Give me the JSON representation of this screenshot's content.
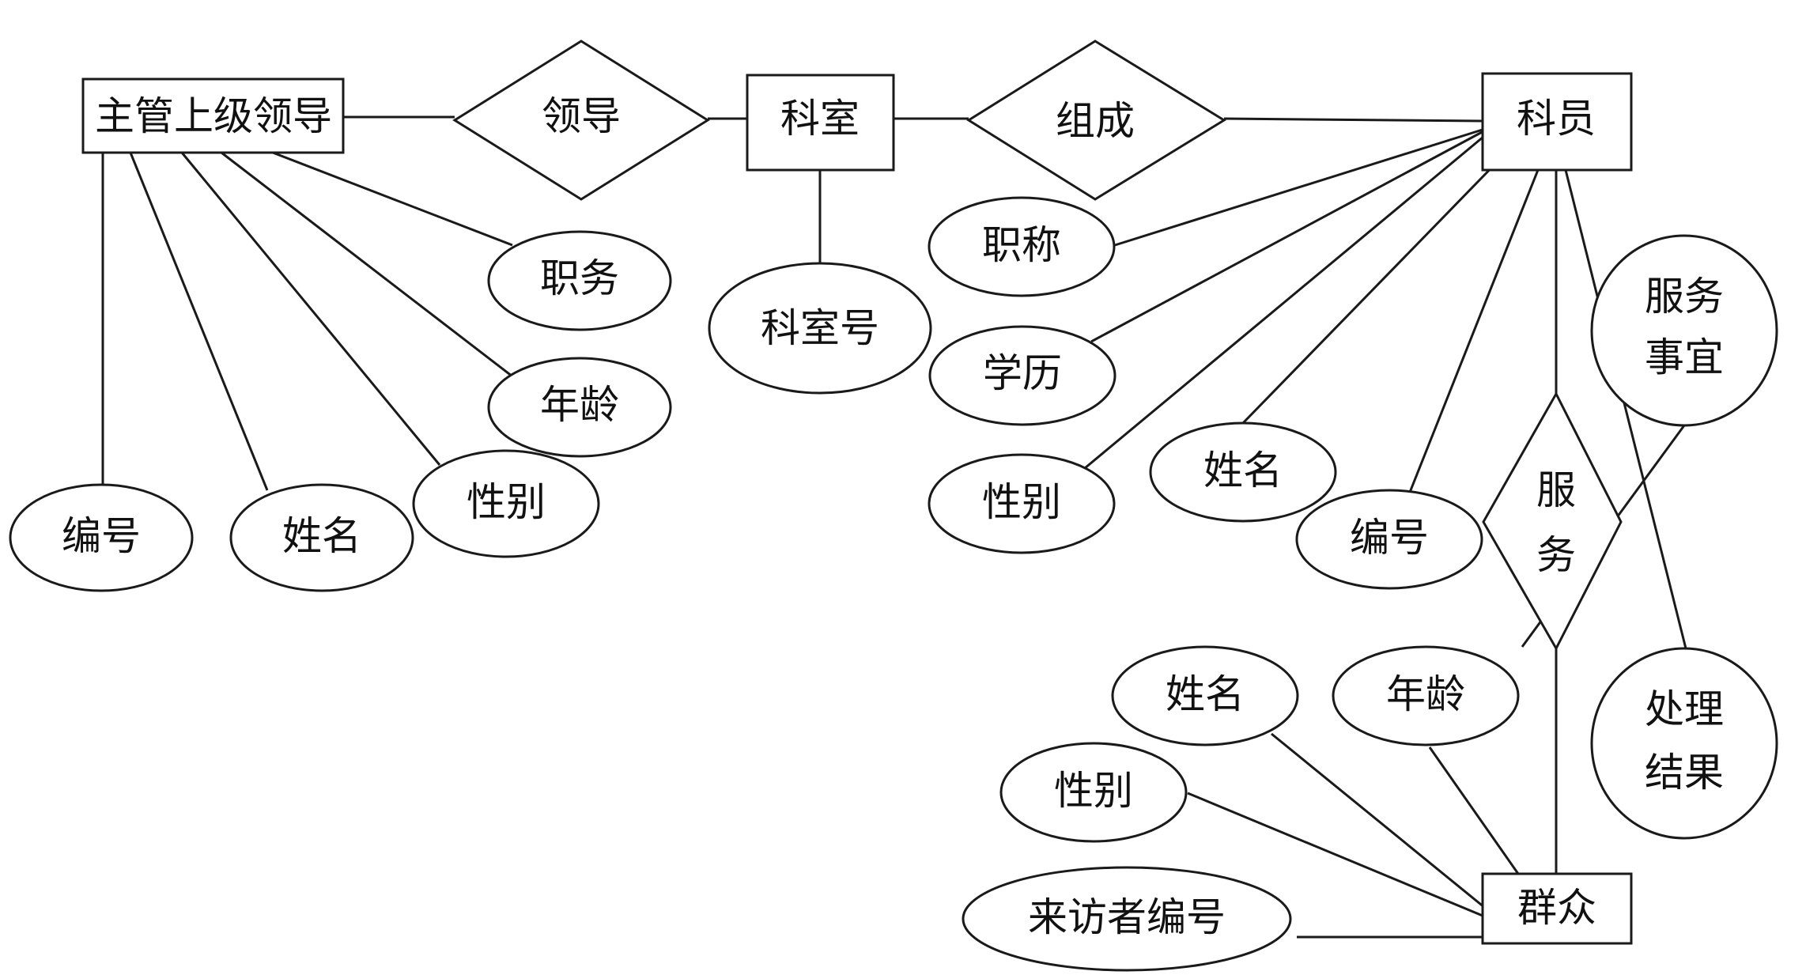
{
  "entities": {
    "supervisor": "主管上级领导",
    "office": "科室",
    "clerk": "科员",
    "public": "群众"
  },
  "relationships": {
    "lead": "领导",
    "compose": "组成",
    "serve_line1": "服",
    "serve_line2": "务"
  },
  "attributes": {
    "supervisor_position": "职务",
    "supervisor_age": "年龄",
    "supervisor_gender": "性别",
    "supervisor_name": "姓名",
    "supervisor_id": "编号",
    "office_number": "科室号",
    "clerk_title": "职称",
    "clerk_education": "学历",
    "clerk_gender": "性别",
    "clerk_name": "姓名",
    "clerk_id": "编号",
    "service_matter_line1": "服务",
    "service_matter_line2": "事宜",
    "result_line1": "处理",
    "result_line2": "结果",
    "public_name": "姓名",
    "public_age": "年龄",
    "public_gender": "性别",
    "visitor_id": "来访者编号"
  }
}
